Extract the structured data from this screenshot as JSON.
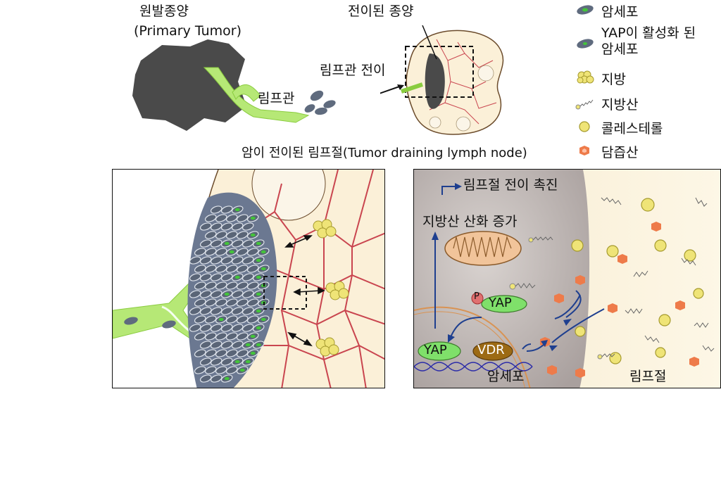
{
  "labels": {
    "primary_tumor_ko": "원발종양",
    "primary_tumor_en": "(Primary Tumor)",
    "lymphatic_vessel": "림프관",
    "metastatic_tumor": "전이된 종양",
    "lymphatic_metastasis": "림프관 전이",
    "tdln_title": "암이 전이된 림프절(Tumor draining lymph node)"
  },
  "legend": [
    {
      "icon": "cancer-cell-icon",
      "label": "암세포"
    },
    {
      "icon": "yap-active-cell-icon",
      "label": "YAP이 활성화 된\n암세포"
    },
    {
      "icon": "fat-icon",
      "label": "지방"
    },
    {
      "icon": "fatty-acid-icon",
      "label": "지방산"
    },
    {
      "icon": "cholesterol-icon",
      "label": "콜레스테롤"
    },
    {
      "icon": "bile-acid-icon",
      "label": "담즙산"
    }
  ],
  "mechanism": {
    "promote_metastasis": "림프절 전이 촉진",
    "fao_increase": "지방산 산화 증가",
    "phospho": "P",
    "yap_cytoplasm": "YAP",
    "yap_nucleus": "YAP",
    "vdr": "VDR",
    "cancer_cell": "암세포",
    "lymph_node": "림프절"
  },
  "colors": {
    "tumor": "#4a4a4a",
    "vessel_green": "#b6e876",
    "lymph_bg": "#fbf0d8",
    "red_mesh": "#c9454f",
    "cell_gray": "#5f6b7e",
    "nucleus_green": "#43c43a",
    "fat_yellow": "#efe477",
    "bile_orange": "#ee7b4a",
    "arrow_blue": "#1e3f8f",
    "cell_interior": "#bdb6b3",
    "vdr_brown": "#9c6a14",
    "yap_green": "#7fe06a"
  }
}
